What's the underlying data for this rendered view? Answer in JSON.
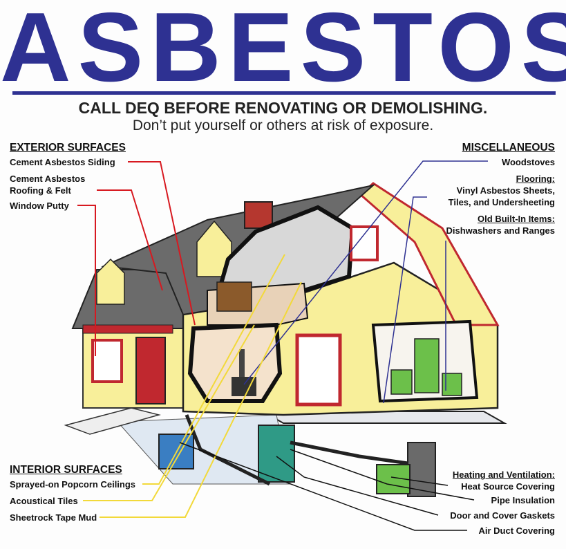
{
  "title": "ASBESTOS",
  "callout_line1": "CALL DEQ BEFORE RENOVATING OR DEMOLISHING.",
  "callout_line2": "Don’t put yourself or others at risk of exposure.",
  "exterior": {
    "heading": "EXTERIOR SURFACES",
    "items": [
      "Cement Asbestos Siding",
      "Cement Asbestos",
      "Roofing & Felt",
      "Window Putty"
    ]
  },
  "interior": {
    "heading": "INTERIOR SURFACES",
    "items": [
      "Sprayed-on Popcorn Ceilings",
      "Acoustical Tiles",
      "Sheetrock Tape Mud"
    ]
  },
  "miscellaneous": {
    "heading": "MISCELLANEOUS",
    "woodstoves": "Woodstoves",
    "flooring_heading": "Flooring:",
    "flooring_items": [
      "Vinyl Asbestos Sheets,",
      "Tiles, and Undersheeting"
    ],
    "builtin_heading": "Old Built-In Items:",
    "builtin_items": [
      "Dishwashers and Ranges"
    ]
  },
  "heating": {
    "heading": "Heating and Ventilation:",
    "items": [
      "Heat Source Covering",
      "Pipe Insulation",
      "Door and Cover Gaskets",
      "Air Duct Covering"
    ]
  },
  "colors": {
    "title_blue": "#2e3192",
    "exterior_leader": "#d71920",
    "interior_leader": "#f2d93a",
    "misc_leader": "#2e3192",
    "heating_leader": "#111111",
    "house_wall": "#f8ef9a",
    "roof": "#6b6b6b",
    "trim": "#c0282f",
    "appliance_green": "#6cc04a"
  }
}
